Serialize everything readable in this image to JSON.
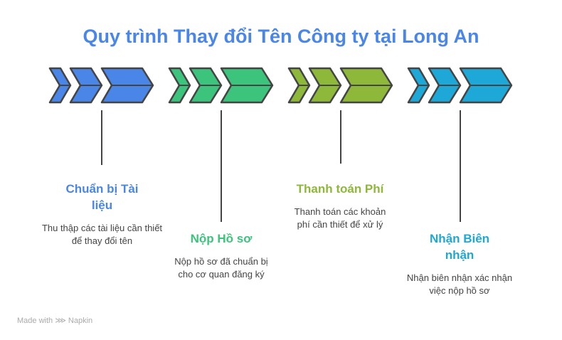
{
  "title": "Quy trình Thay đổi Tên Công ty tại Long An",
  "steps": [
    {
      "title": "Chuẩn bị Tài liệu",
      "desc": "Thu thập các tài liệu cần thiết để thay đổi tên",
      "color": "#4a86e8"
    },
    {
      "title": "Nộp Hồ sơ",
      "desc": "Nộp hồ sơ đã chuẩn bị cho cơ quan đăng ký",
      "color": "#3cc47c"
    },
    {
      "title": "Thanh toán Phí",
      "desc": "Thanh toán các khoản phí cần thiết để xử lý",
      "color": "#8db83a"
    },
    {
      "title": "Nhận Biên nhận",
      "desc": "Nhận biên nhận xác nhận việc nộp hồ sơ",
      "color": "#1ea8d8"
    }
  ],
  "watermark": "Made with ⋙ Napkin"
}
